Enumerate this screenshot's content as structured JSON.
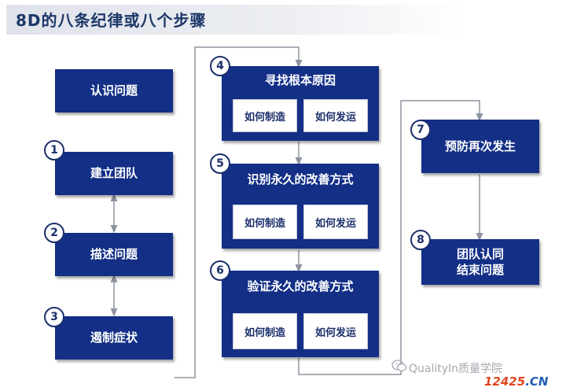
{
  "title": "8D的八条纪律或八个步骤",
  "steps": {
    "step0": {
      "label": "认识问题"
    },
    "step1": {
      "number": "1",
      "label": "建立团队"
    },
    "step2": {
      "number": "2",
      "label": "描述问题"
    },
    "step3": {
      "number": "3",
      "label": "遏制症状"
    },
    "step4": {
      "number": "4",
      "label": "寻找根本原因",
      "sub_left": "如何制造",
      "sub_right": "如何发运"
    },
    "step5": {
      "number": "5",
      "label": "识别永久的改善方式",
      "sub_left": "如何制造",
      "sub_right": "如何发运"
    },
    "step6": {
      "number": "6",
      "label": "验证永久的改善方式",
      "sub_left": "如何制造",
      "sub_right": "如何发运"
    },
    "step7": {
      "number": "7",
      "label": "预防再次发生"
    },
    "step8": {
      "number": "8",
      "label_line1": "团队认同",
      "label_line2": "结束问题"
    }
  },
  "watermark": {
    "text": "QualityIn质量学院",
    "site_main": "12425",
    "site_suffix": ".CN"
  },
  "colors": {
    "box": "#132f86",
    "title": "#1c3768",
    "connector": "#8f95a0"
  }
}
